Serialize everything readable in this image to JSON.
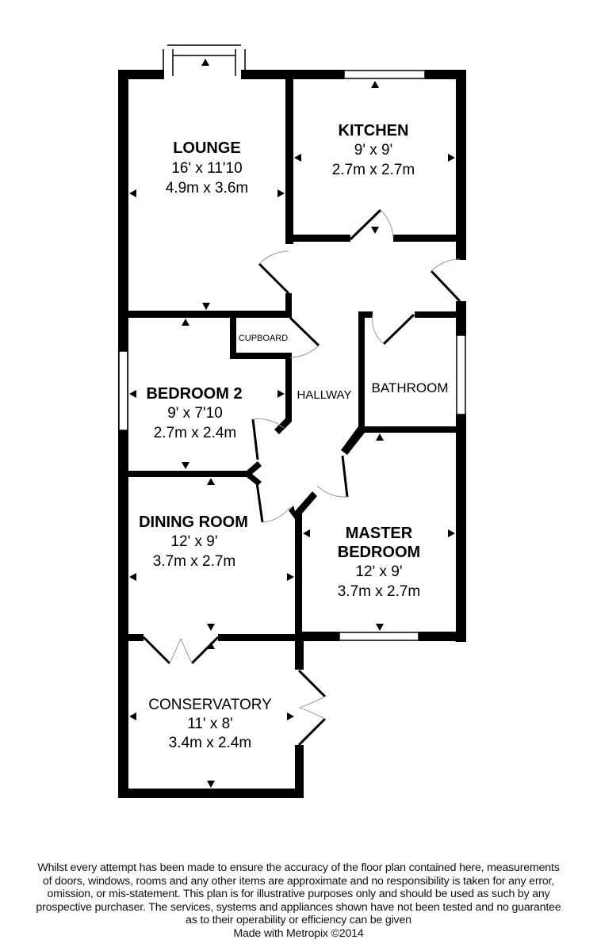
{
  "rooms": {
    "lounge": {
      "name": "LOUNGE",
      "imperial": "16' x 11'10",
      "metric": "4.9m x 3.6m"
    },
    "kitchen": {
      "name": "KITCHEN",
      "imperial": "9' x 9'",
      "metric": "2.7m x 2.7m"
    },
    "bedroom2": {
      "name": "BEDROOM 2",
      "imperial": "9' x 7'10",
      "metric": "2.7m x 2.4m"
    },
    "cupboard": {
      "name": "CUPBOARD"
    },
    "hallway": {
      "name": "HALLWAY"
    },
    "bathroom": {
      "name": "BATHROOM"
    },
    "dining": {
      "name": "DINING ROOM",
      "imperial": "12' x 9'",
      "metric": "3.7m x 2.7m"
    },
    "master": {
      "name_line1": "MASTER",
      "name_line2": "BEDROOM",
      "imperial": "12' x 9'",
      "metric": "3.7m x 2.7m"
    },
    "conservatory": {
      "name": "CONSERVATORY",
      "imperial": "11' x 8'",
      "metric": "3.4m x 2.4m"
    }
  },
  "disclaimer": {
    "lines": [
      "Whilst every attempt has been made to ensure the accuracy of the floor plan contained here, measurements",
      "of doors, windows, rooms and any other items are approximate and no responsibility is taken for any error,",
      "omission, or mis-statement. This plan is for illustrative purposes only and should be used as such by any",
      "prospective purchaser. The services, systems and appliances shown have not been tested and no guarantee",
      "as to their operability or efficiency can be given"
    ],
    "credit": "Made with Metropix ©2014"
  },
  "colors": {
    "wall": "#000000",
    "background": "#ffffff",
    "door_swing": "#999999"
  }
}
